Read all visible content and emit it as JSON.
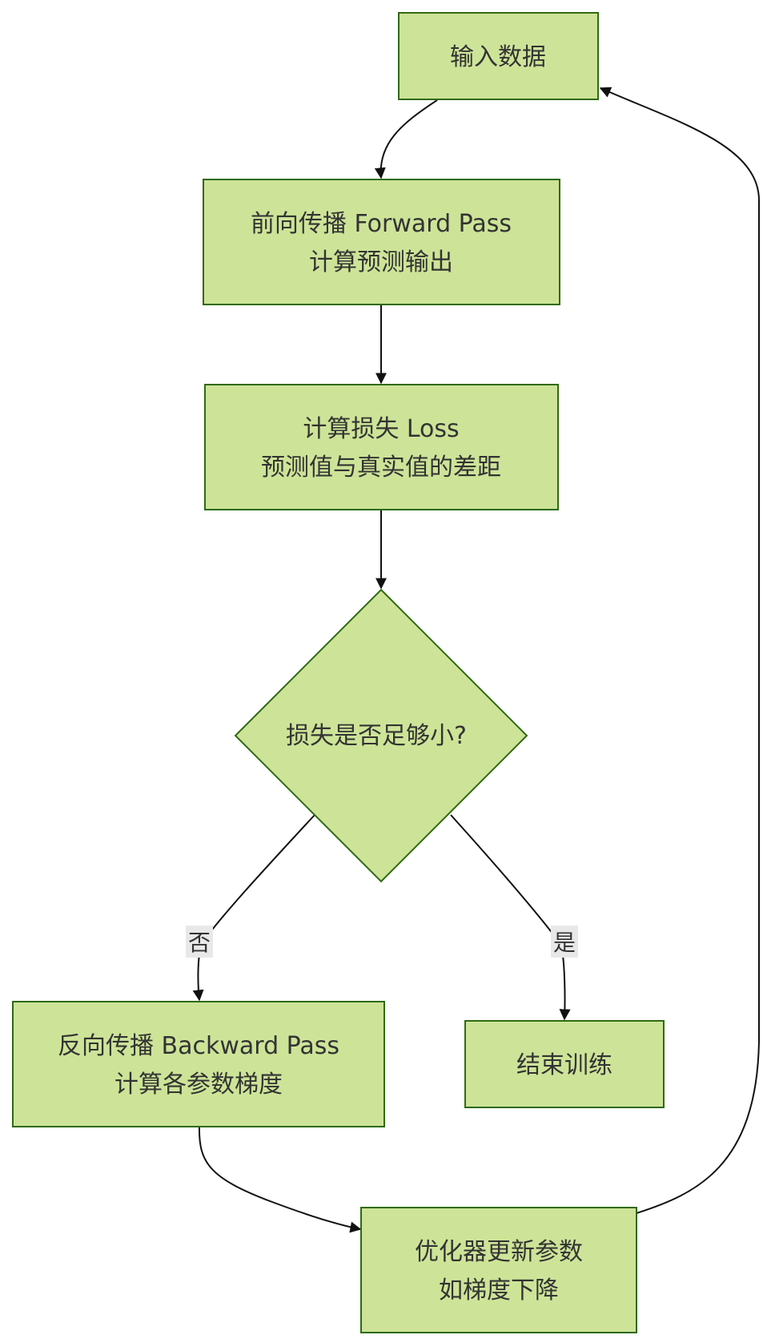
{
  "nodes": {
    "input": {
      "line1": "输入数据"
    },
    "forward": {
      "line1": "前向传播 Forward Pass",
      "line2": "计算预测输出"
    },
    "loss": {
      "line1": "计算损失 Loss",
      "line2": "预测值与真实值的差距"
    },
    "decision": {
      "line1": "损失是否足够小?"
    },
    "backward": {
      "line1": "反向传播 Backward Pass",
      "line2": "计算各参数梯度"
    },
    "end": {
      "line1": "结束训练"
    },
    "optimizer": {
      "line1": "优化器更新参数",
      "line2": "如梯度下降"
    }
  },
  "edges": {
    "no_label": "否",
    "yes_label": "是"
  },
  "colors": {
    "node_fill": "#cde498",
    "node_stroke": "#2f6a14",
    "edge": "#111111",
    "label_bg": "#e8e8e8"
  }
}
